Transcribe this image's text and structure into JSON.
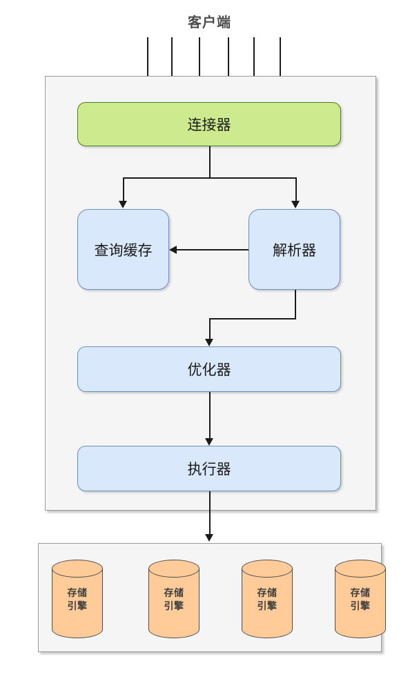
{
  "diagram": {
    "title": "客户端",
    "type": "mysql-architecture-flowchart",
    "colors": {
      "green_fill": "#cdeb8e",
      "green_stroke": "#4d7a1e",
      "blue_fill": "#dae8fc",
      "blue_stroke": "#6c8ebf",
      "orange_fill": "#ffcc99",
      "orange_stroke": "#4d4d4d",
      "panel_fill": "#f5f5f5",
      "panel_stroke": "#9a9a9a",
      "line": "#1a1a1a",
      "title_text": "#4d4d4d",
      "node_text": "#1a1a1a"
    }
  },
  "client": {
    "label": "客户端",
    "connection_count": 6
  },
  "server": {
    "nodes": {
      "connector": "连接器",
      "query_cache": "查询缓存",
      "parser": "解析器",
      "optimizer": "优化器",
      "executor": "执行器"
    }
  },
  "storage": {
    "engines": [
      {
        "line1": "存储",
        "line2": "引擎"
      },
      {
        "line1": "存储",
        "line2": "引擎"
      },
      {
        "line1": "存储",
        "line2": "引擎"
      },
      {
        "line1": "存储",
        "line2": "引擎"
      }
    ]
  },
  "flows": [
    {
      "from": "客户端",
      "to": "连接器",
      "type": "multi-arrow",
      "count": 6
    },
    {
      "from": "连接器",
      "to": "查询缓存",
      "type": "fork-arrow"
    },
    {
      "from": "连接器",
      "to": "解析器",
      "type": "fork-arrow"
    },
    {
      "from": "解析器",
      "to": "查询缓存",
      "type": "arrow-left"
    },
    {
      "from": "解析器",
      "to": "优化器",
      "type": "elbow-arrow"
    },
    {
      "from": "优化器",
      "to": "执行器",
      "type": "arrow-down"
    },
    {
      "from": "执行器",
      "to": "存储引擎",
      "type": "arrow-down"
    }
  ]
}
